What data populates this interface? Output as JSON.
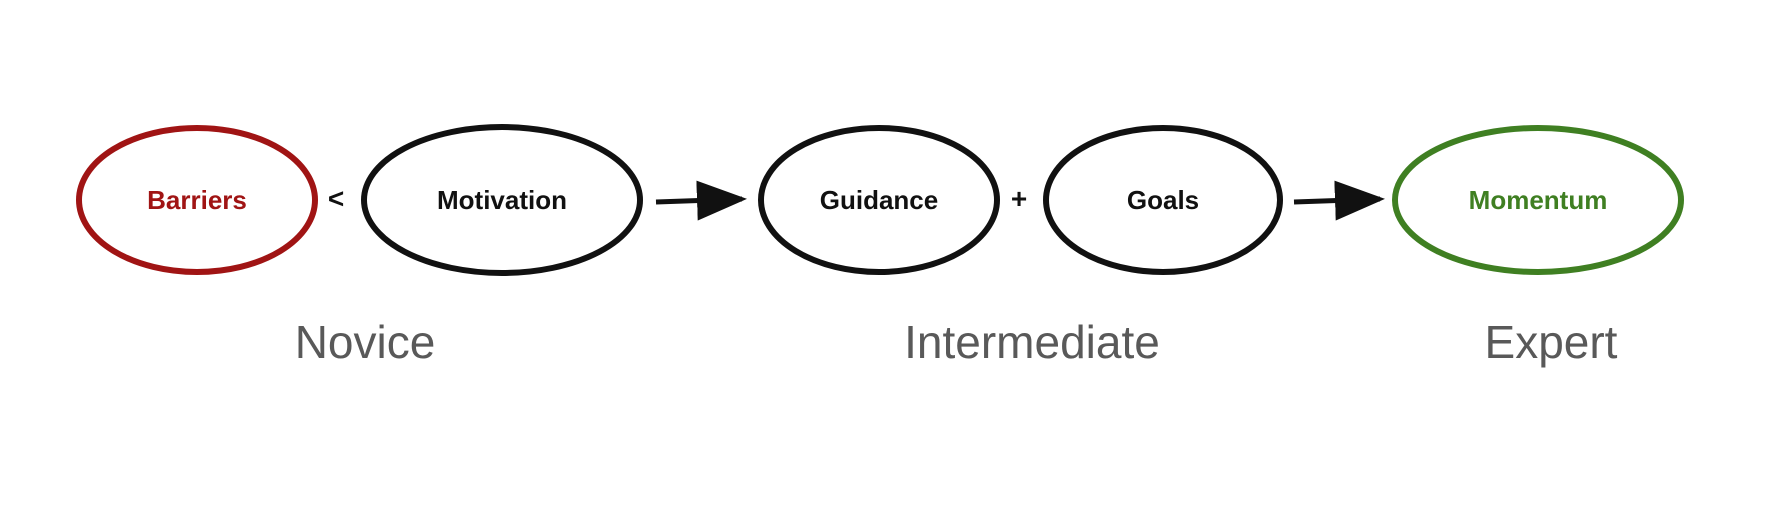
{
  "colors": {
    "barrier": "#a01414",
    "neutral": "#111111",
    "momentum": "#3f7f22",
    "stage_text": "#595959"
  },
  "nodes": {
    "barriers": "Barriers",
    "motivation": "Motivation",
    "guidance": "Guidance",
    "goals": "Goals",
    "momentum": "Momentum"
  },
  "operators": {
    "less_than": "<",
    "plus": "+"
  },
  "stages": {
    "novice": "Novice",
    "intermediate": "Intermediate",
    "expert": "Expert"
  }
}
